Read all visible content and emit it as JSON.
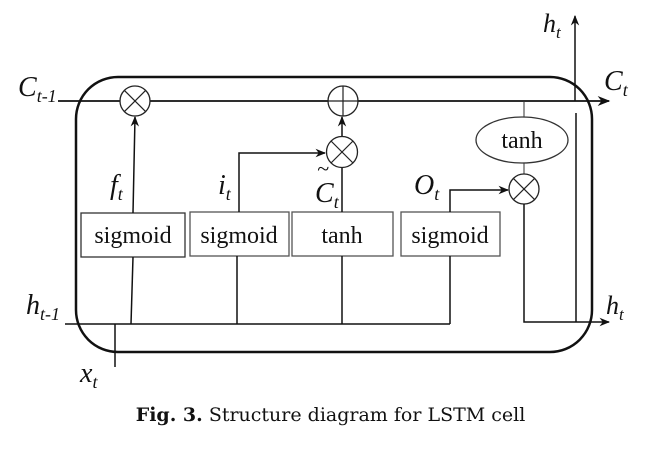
{
  "diagram": {
    "title": "LSTM cell",
    "inputs": {
      "c_prev": {
        "main": "C",
        "sub": "t-1"
      },
      "h_prev": {
        "main": "h",
        "sub": "t-1"
      },
      "x": {
        "main": "x",
        "sub": "t"
      }
    },
    "outputs": {
      "h_top": {
        "main": "h",
        "sub": "t"
      },
      "c": {
        "main": "C",
        "sub": "t"
      },
      "h_right": {
        "main": "h",
        "sub": "t"
      }
    },
    "gates": [
      {
        "id": "forget",
        "label": "sigmoid",
        "output": {
          "main": "f",
          "sub": "t"
        }
      },
      {
        "id": "input",
        "label": "sigmoid",
        "output": {
          "main": "i",
          "sub": "t"
        }
      },
      {
        "id": "candidate",
        "label": "tanh",
        "output": {
          "main": "C",
          "sub": "t",
          "accent": "~"
        }
      },
      {
        "id": "output",
        "label": "sigmoid",
        "output": {
          "main": "O",
          "sub": "t"
        }
      }
    ],
    "cell_activation": "tanh",
    "operators": {
      "multiply": "⊗",
      "add": "⊕"
    }
  },
  "caption": {
    "prefix": "Fig. 3.",
    "text": "Structure diagram for LSTM cell"
  }
}
